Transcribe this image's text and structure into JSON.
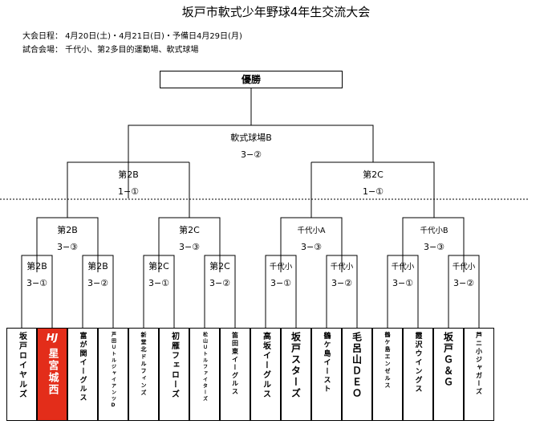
{
  "title": "坂戸市軟式少年野球4年生交流大会",
  "schedule": "大会日程： 4月20日(土)・4月21日(日)・予備日4月29日(月)",
  "venue": "試合会場： 千代小、第2多目的運動場、軟式球場",
  "final": {
    "label": "優勝",
    "venue": "軟式球場B",
    "match": "3−②"
  },
  "semis": [
    {
      "venue": "第2B",
      "match": "1−①"
    },
    {
      "venue": "第2C",
      "match": "1−①"
    }
  ],
  "quarters": [
    {
      "venue": "第2B",
      "match": "3−③"
    },
    {
      "venue": "第2C",
      "match": "3−③"
    },
    {
      "venue": "千代小A",
      "match": "3−③"
    },
    {
      "venue": "千代小B",
      "match": "3−③"
    }
  ],
  "round1": [
    {
      "venue": "第2B",
      "match": "3−①"
    },
    {
      "venue": "第2B",
      "match": "3−②"
    },
    {
      "venue": "第2C",
      "match": "3−①"
    },
    {
      "venue": "第2C",
      "match": "3−②"
    },
    {
      "venue": "千代小",
      "match": "3−①"
    },
    {
      "venue": "千代小",
      "match": "3−②"
    },
    {
      "venue": "千代小",
      "match": "3−①"
    },
    {
      "venue": "千代小",
      "match": "3−②"
    }
  ],
  "teams": [
    {
      "name": "坂戸ロイヤルズ",
      "size": 10
    },
    {
      "name": "星宮城西",
      "size": 13,
      "highlight": true,
      "logo": "HJ"
    },
    {
      "name": "富が関イーグルス",
      "size": 9
    },
    {
      "name": "芦田ＵトルジャイアンツD",
      "size": 6
    },
    {
      "name": "新堂北ドルフィンズ",
      "size": 7
    },
    {
      "name": "初雁フェローズ",
      "size": 10
    },
    {
      "name": "松山Ｕトルファイターズ",
      "size": 6
    },
    {
      "name": "笛田東イーグルス",
      "size": 8
    },
    {
      "name": "高坂イーグルス",
      "size": 10
    },
    {
      "name": "坂戸スターズ",
      "size": 12
    },
    {
      "name": "鶴ケ島イースト",
      "size": 9
    },
    {
      "name": "毛呂山ＤＥＯ",
      "size": 12
    },
    {
      "name": "鶴ケ島エンゼルス",
      "size": 7
    },
    {
      "name": "霞沢ウイングス",
      "size": 9
    },
    {
      "name": "坂戸Ｇ＆Ｇ",
      "size": 12
    },
    {
      "name": "芦ニ小ジャガーズ",
      "size": 8
    }
  ]
}
